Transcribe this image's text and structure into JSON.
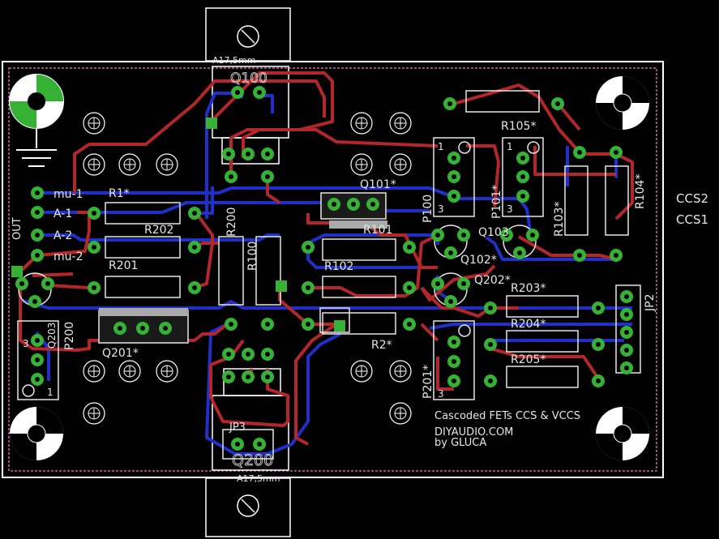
{
  "colors": {
    "background": "#000000",
    "outline": "#ffffff",
    "silk": "#e6e6e6",
    "top_copper": "#b3262a",
    "bottom_copper": "#1f2fc8",
    "pad": "#35b135",
    "dimension": "#c46aa0"
  },
  "parts": {
    "q100": "Q100",
    "q200": "Q200",
    "heatsink_top": "A17,5mm",
    "heatsink_bottom": "A17,5mm",
    "r1": "R1*",
    "r2": "R2*",
    "r101": "R101",
    "r102": "R102",
    "r103": "R103*",
    "r104": "R104*",
    "r105": "R105*",
    "r200": "R200",
    "r100": "R100",
    "r201": "R201",
    "r202": "R202",
    "r203": "R203*",
    "r204": "R204*",
    "r205": "R205*",
    "q101": "Q101*",
    "q103": "Q103",
    "q102": "Q102*",
    "q202": "Q202*",
    "q201": "Q201*",
    "q203": "Q203",
    "p100": "P100",
    "p101": "P101*",
    "p200": "P200",
    "p201": "P201*",
    "jp2": "JP2",
    "jp3": "JP3",
    "out": "OUT"
  },
  "connector": {
    "mu1": "mu-1",
    "a1": "A-1",
    "a2": "A-2",
    "mu2": "mu-2"
  },
  "side_labels": {
    "ccs2": "CCS2",
    "ccs1": "CCS1"
  },
  "credits": {
    "line1": "Cascoded FETs CCS & VCCS",
    "line2": "DIYAUDIO.COM",
    "line3": "by GLUCA"
  },
  "trimmer_pins": {
    "one": "1",
    "three": "3"
  }
}
